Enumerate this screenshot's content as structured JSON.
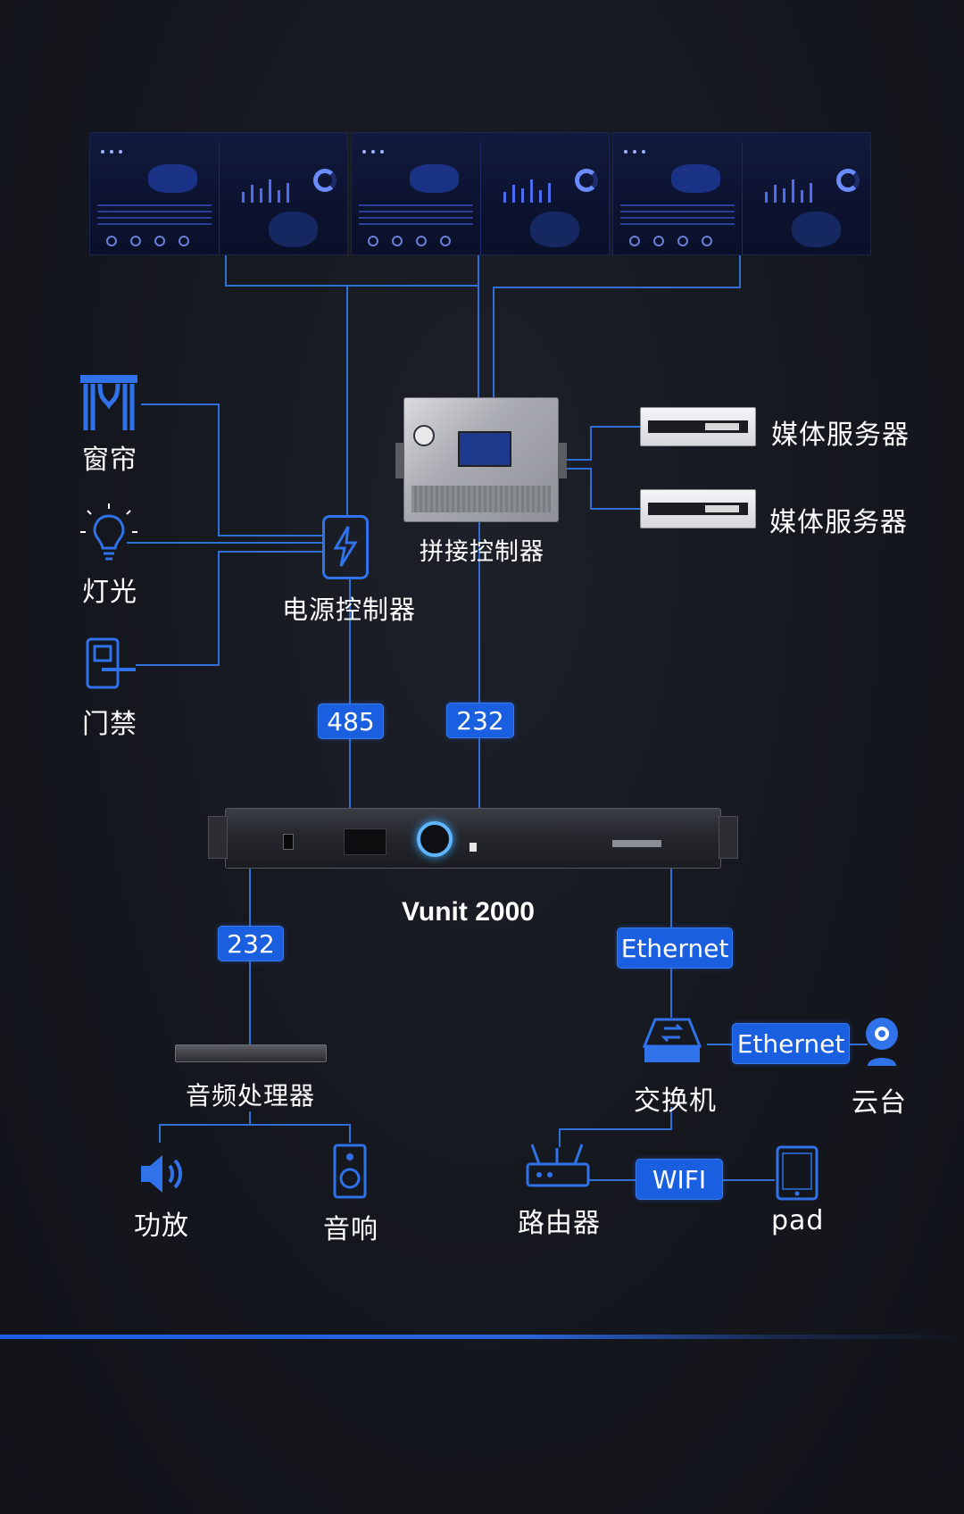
{
  "colors": {
    "accent": "#1a5fe0",
    "wire": "#2f6fd6",
    "background": "#15171e"
  },
  "nodes": {
    "curtain": "窗帘",
    "light": "灯光",
    "access": "门禁",
    "power_controller": "电源控制器",
    "splice_controller": "拼接控制器",
    "media_server_1": "媒体服务器",
    "media_server_2": "媒体服务器",
    "vunit": "Vunit 2000",
    "audio_processor": "音频处理器",
    "amplifier": "功放",
    "speaker": "音响",
    "switch": "交换机",
    "ptz": "云台",
    "router": "路由器",
    "pad": "pad"
  },
  "links": {
    "power_vunit": "485",
    "splice_vunit": "232",
    "vunit_audio": "232",
    "vunit_switch": "Ethernet",
    "switch_ptz": "Ethernet",
    "router_pad": "WIFI"
  },
  "icons": [
    "curtain-icon",
    "bulb-icon",
    "door-lock-icon",
    "power-icon",
    "speaker-volume-icon",
    "loudspeaker-icon",
    "switch-icon",
    "camera-icon",
    "router-icon",
    "tablet-icon"
  ]
}
